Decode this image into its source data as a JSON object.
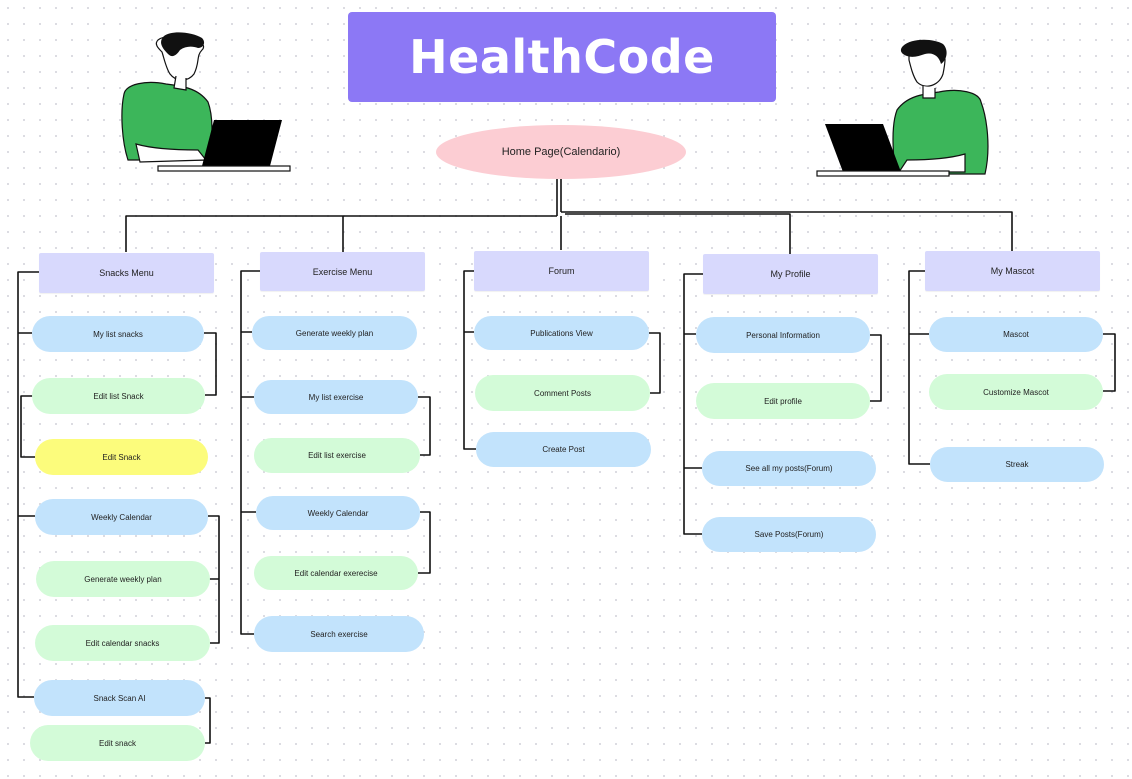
{
  "title": "HealthCode",
  "home": "Home Page(Calendario)",
  "menus": {
    "snacks": {
      "label": "Snacks Menu",
      "items": [
        "My list snacks",
        "Edit list Snack",
        "Edit Snack",
        "Weekly Calendar",
        "Generate weekly plan",
        "Edit calendar snacks",
        "Snack Scan AI",
        "Edit snack"
      ]
    },
    "exercise": {
      "label": "Exercise Menu",
      "items": [
        "Generate weekly plan",
        "My list exercise",
        "Edit list exercise",
        "Weekly Calendar",
        "Edit calendar exerecise",
        "Search exercise"
      ]
    },
    "forum": {
      "label": "Forum",
      "items": [
        "Publications View",
        "Comment Posts",
        "Create Post"
      ]
    },
    "profile": {
      "label": "My Profile",
      "items": [
        "Personal Information",
        "Edit profile",
        "See all my posts(Forum)",
        "Save Posts(Forum)"
      ]
    },
    "mascot": {
      "label": "My Mascot",
      "items": [
        "Mascot",
        "Customize Mascot",
        "Streak"
      ]
    }
  },
  "colors": {
    "title_bg": "#8c78f5",
    "home_bg": "#fccdd3",
    "menu_bg": "#d8d9fd",
    "view_bg": "#c2e3fc",
    "edit_bg": "#d3fbd8",
    "highlight_bg": "#fcfc7c",
    "shirt": "#3cb65a"
  }
}
